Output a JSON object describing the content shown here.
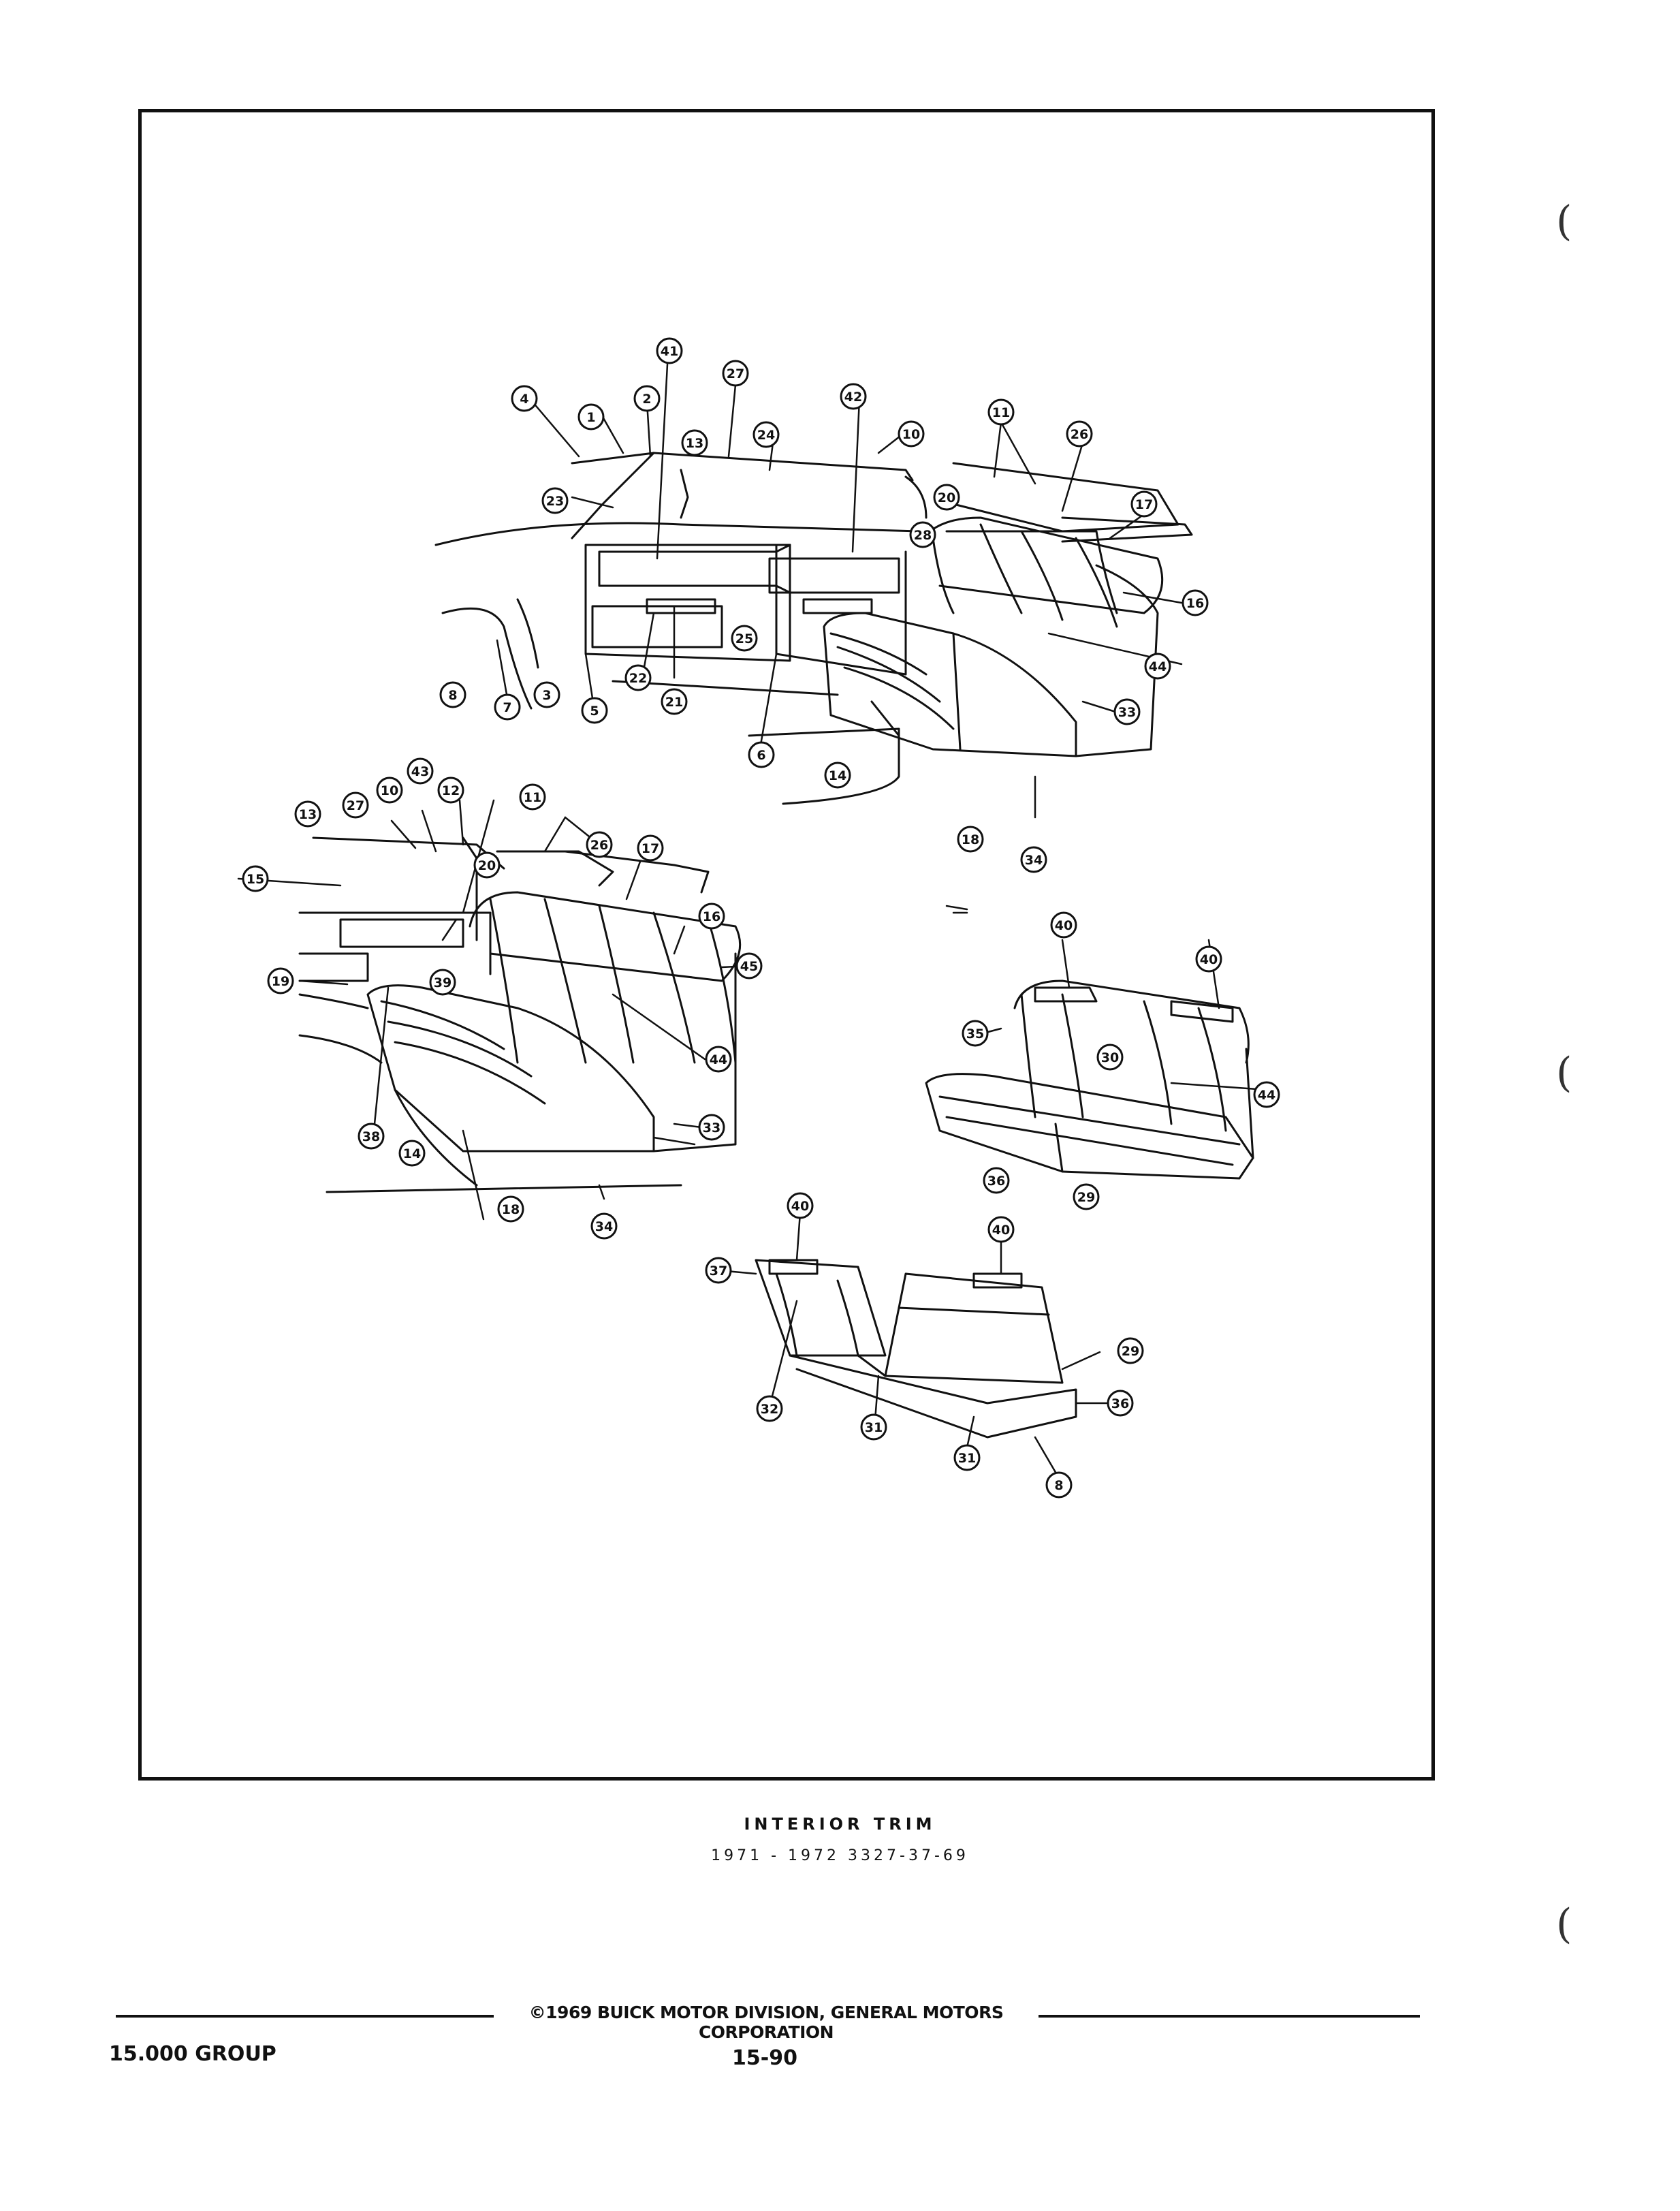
{
  "diagram": {
    "callouts": [
      "1",
      "2",
      "3",
      "4",
      "5",
      "6",
      "7",
      "8",
      "10",
      "11",
      "12",
      "13",
      "14",
      "15",
      "16",
      "17",
      "18",
      "19",
      "20",
      "21",
      "22",
      "23",
      "24",
      "25",
      "26",
      "27",
      "28",
      "29",
      "30",
      "31",
      "32",
      "33",
      "34",
      "35",
      "36",
      "37",
      "38",
      "39",
      "40",
      "41",
      "42",
      "43",
      "44",
      "45"
    ]
  },
  "caption": {
    "title": "INTERIOR TRIM",
    "subtitle": "1971 - 1972 3327-37-69"
  },
  "footer": {
    "copyright": "©1969 BUICK MOTOR DIVISION, GENERAL MOTORS CORPORATION",
    "group": "15.000 GROUP",
    "page": "15-90"
  }
}
